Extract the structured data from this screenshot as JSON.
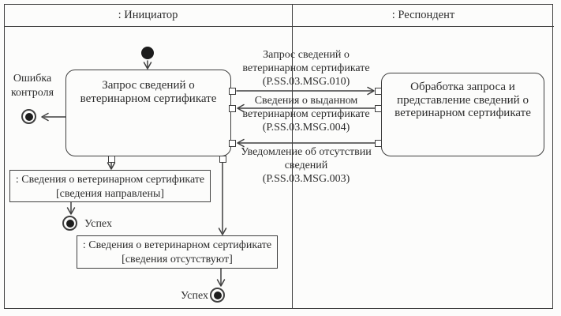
{
  "lanes": {
    "initiator": ": Инициатор",
    "respondent": ": Респондент"
  },
  "actions": {
    "initiator_action": "Запрос сведений о ветеринарном сертификате",
    "respondent_action": "Обработка запроса и представление сведений о ветеринарном сертификате"
  },
  "messages": [
    {
      "label": "Запрос сведений о ветеринарном сертификате",
      "code": "(P.SS.03.MSG.010)",
      "direction": "right"
    },
    {
      "label": "Сведения о выданном ветеринарном сертификате",
      "code": "(P.SS.03.MSG.004)",
      "direction": "left"
    },
    {
      "label": "Уведомление об отсутствии сведений",
      "code": "(P.SS.03.MSG.003)",
      "direction": "left"
    }
  ],
  "outcomes": {
    "error": {
      "label": "Ошибка контроля"
    },
    "sent": {
      "object": ": Сведения о ветеринарном сертификате",
      "state": "[сведения направлены]",
      "result": "Успех"
    },
    "absent": {
      "object": ": Сведения о ветеринарном сертификате",
      "state": "[сведения отсутствуют]",
      "result": "Успех"
    }
  },
  "colors": {
    "line": "#3f3f3f",
    "text": "#2d2d2d",
    "background": "#fcfcfb"
  }
}
